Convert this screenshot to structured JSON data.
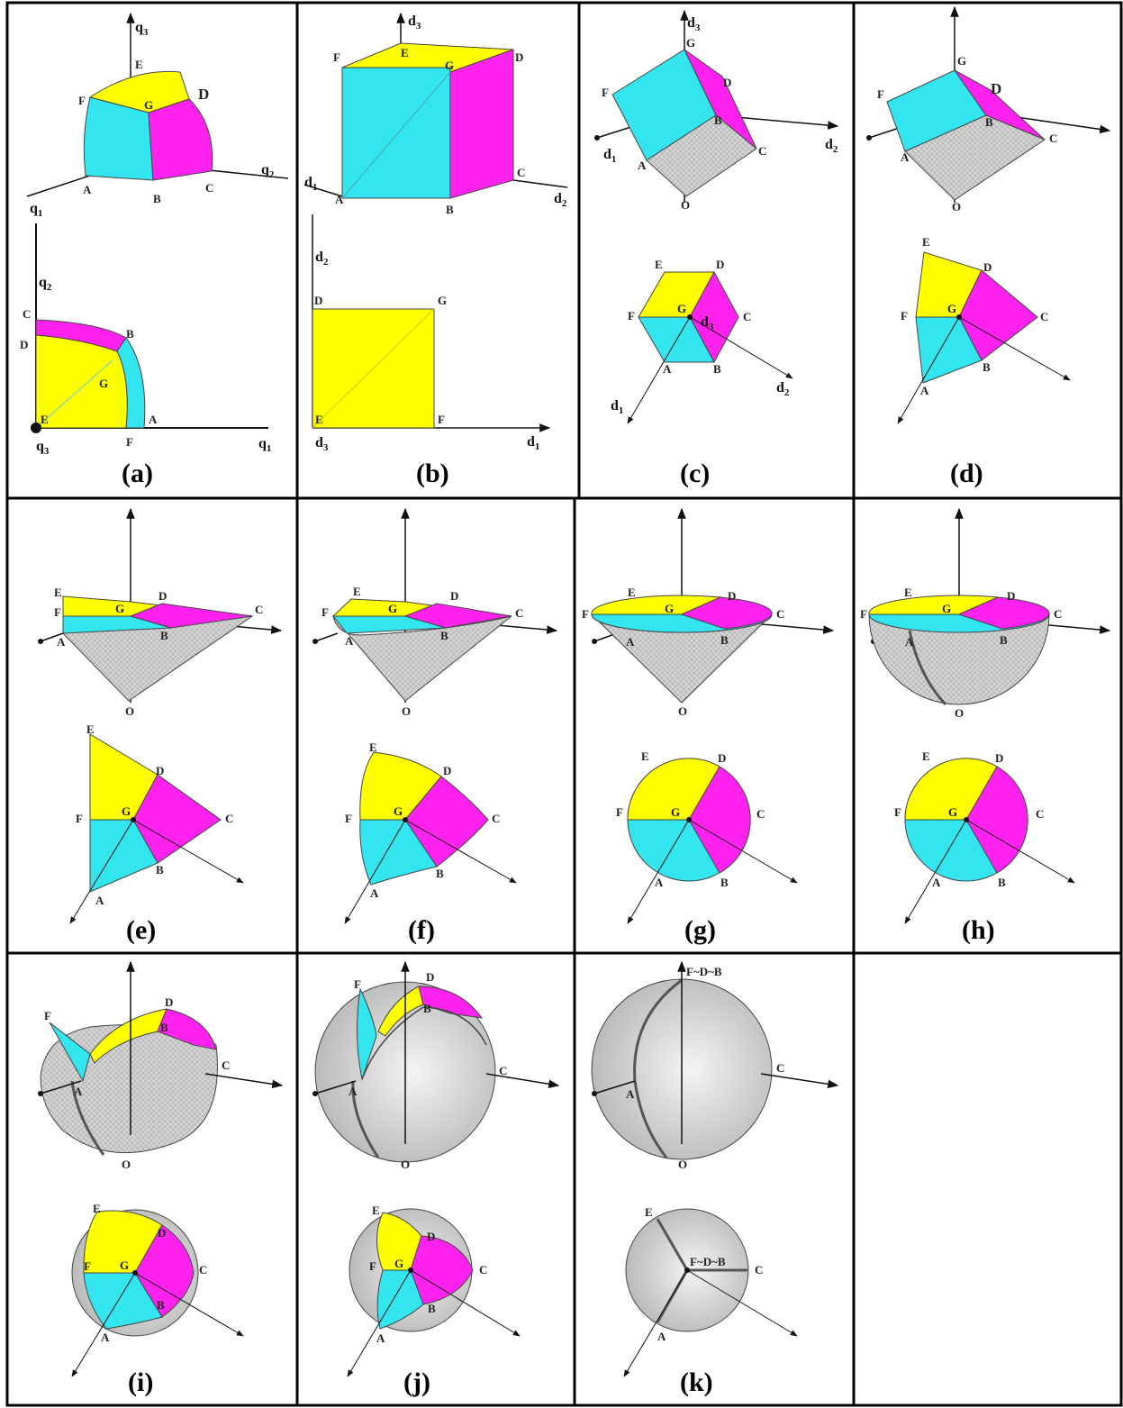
{
  "colors": {
    "yellow": "#ffff00",
    "cyan": "#33e5ee",
    "magenta": "#ff22ee",
    "gray": "#c9c9c9",
    "axis": "#111111",
    "border": "#000000"
  },
  "panels": {
    "a": {
      "label": "(a)",
      "axes": {
        "q1": "q",
        "q2": "q",
        "q3": "q",
        "sub1": "1",
        "sub2": "2",
        "sub3": "3"
      },
      "points": {
        "A": "A",
        "B": "B",
        "C": "C",
        "D": "D",
        "E": "E",
        "F": "F",
        "G": "G"
      }
    },
    "b": {
      "label": "(b)",
      "axes": {
        "d": "d",
        "sub1": "1",
        "sub2": "2",
        "sub3": "3"
      },
      "points": {
        "A": "A",
        "B": "B",
        "C": "C",
        "D": "D",
        "E": "E",
        "F": "F",
        "G": "G"
      }
    },
    "c": {
      "label": "(c)",
      "axes": {
        "d": "d",
        "sub1": "1",
        "sub2": "2",
        "sub3": "3"
      },
      "points": {
        "A": "A",
        "B": "B",
        "C": "C",
        "D": "D",
        "E": "E",
        "F": "F",
        "G": "G",
        "O": "O"
      }
    },
    "d": {
      "label": "(d)",
      "points": {
        "A": "A",
        "B": "B",
        "C": "C",
        "D": "D",
        "E": "E",
        "F": "F",
        "G": "G",
        "O": "O"
      }
    },
    "e": {
      "label": "(e)",
      "points": {
        "A": "A",
        "B": "B",
        "C": "C",
        "D": "D",
        "E": "E",
        "F": "F",
        "G": "G",
        "O": "O"
      }
    },
    "f": {
      "label": "(f)",
      "points": {
        "A": "A",
        "B": "B",
        "C": "C",
        "D": "D",
        "E": "E",
        "F": "F",
        "G": "G",
        "O": "O"
      }
    },
    "g": {
      "label": "(g)",
      "points": {
        "A": "A",
        "B": "B",
        "C": "C",
        "D": "D",
        "E": "E",
        "F": "F",
        "G": "G",
        "O": "O"
      }
    },
    "h": {
      "label": "(h)",
      "points": {
        "A": "A",
        "B": "B",
        "C": "C",
        "D": "D",
        "E": "E",
        "F": "F",
        "G": "G",
        "O": "O"
      }
    },
    "i": {
      "label": "(i)",
      "points": {
        "A": "A",
        "B": "B",
        "C": "C",
        "D": "D",
        "E": "E",
        "F": "F",
        "G": "G",
        "O": "O"
      }
    },
    "j": {
      "label": "(j)",
      "points": {
        "A": "A",
        "B": "B",
        "C": "C",
        "D": "D",
        "E": "E",
        "F": "F",
        "G": "G",
        "O": "O"
      }
    },
    "k": {
      "label": "(k)",
      "points": {
        "A": "A",
        "C": "C",
        "E": "E",
        "O": "O",
        "FDB": "F~D~B"
      }
    }
  }
}
